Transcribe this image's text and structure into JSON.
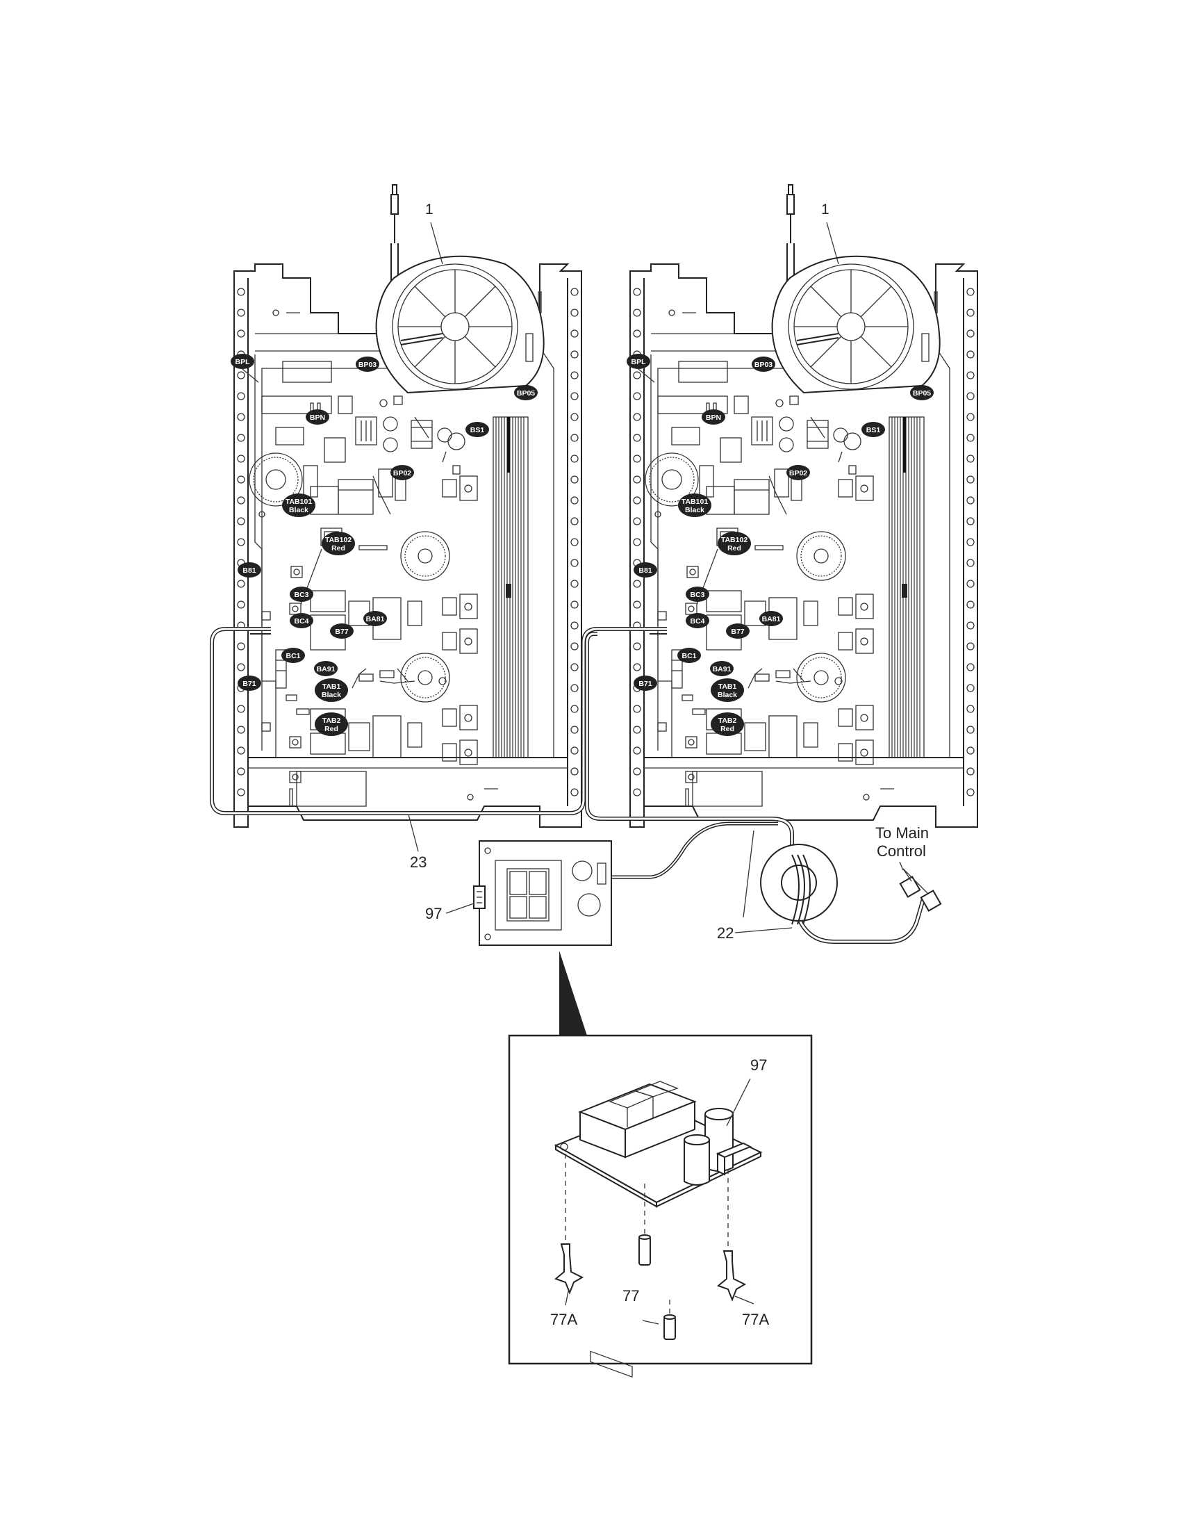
{
  "left_board": {
    "callout": "1",
    "badges": {
      "bpl": "BPL",
      "bp03": "BP03",
      "bp05": "BP05",
      "bpn": "BPN",
      "bs1": "BS1",
      "bp02": "BP02",
      "tab101": "TAB101",
      "tab101_color": "Black",
      "tab102": "TAB102",
      "tab102_color": "Red",
      "b81": "B81",
      "bc3": "BC3",
      "bc4": "BC4",
      "b77": "B77",
      "ba81": "BA81",
      "bc1": "BC1",
      "ba91": "BA91",
      "b71": "B71",
      "tab1": "TAB1",
      "tab1_color": "Black",
      "tab2": "TAB2",
      "tab2_color": "Red"
    }
  },
  "right_board": {
    "callout": "1",
    "badges": {
      "bpl": "BPL",
      "bp03": "BP03",
      "bp05": "BP05",
      "bpn": "BPN",
      "bs1": "BS1",
      "bp02": "BP02",
      "tab101": "TAB101",
      "tab101_color": "Black",
      "tab102": "TAB102",
      "tab102_color": "Red",
      "b81": "B81",
      "bc3": "BC3",
      "bc4": "BC4",
      "b77": "B77",
      "ba81": "BA81",
      "bc1": "BC1",
      "ba91": "BA91",
      "b71": "B71",
      "tab1": "TAB1",
      "tab1_color": "Black",
      "tab2": "TAB2",
      "tab2_color": "Red"
    }
  },
  "harness": {
    "callout_23": "23",
    "callout_22": "22",
    "to_main_line1": "To Main",
    "to_main_line2": "Control"
  },
  "transformer_board": {
    "callout": "97"
  },
  "detail_view": {
    "callout_97": "97",
    "callout_77a_left": "77A",
    "callout_77": "77",
    "callout_77a_right": "77A"
  }
}
